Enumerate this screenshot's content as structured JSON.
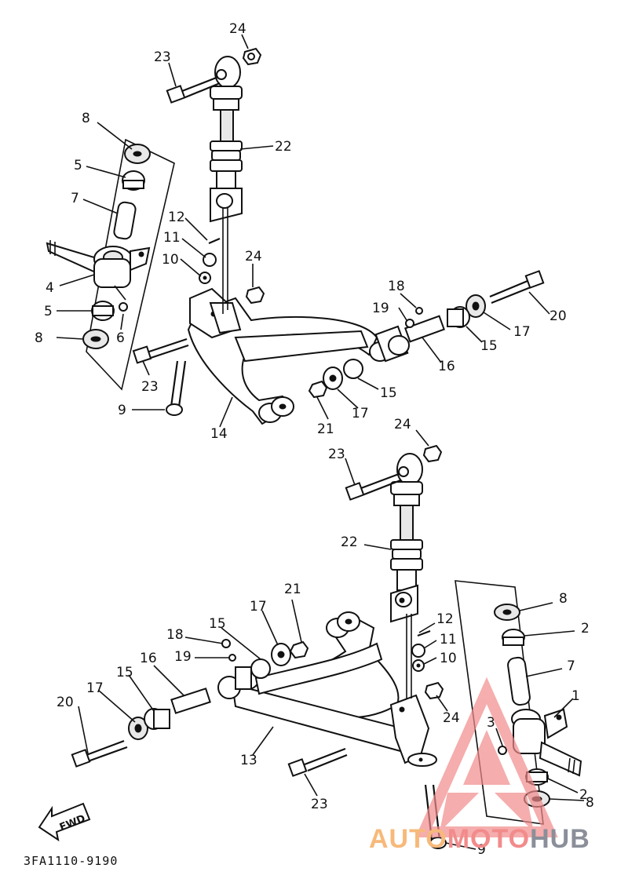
{
  "catalog_code": "3FA1110-9190",
  "fwd_label": "FWD",
  "watermark": {
    "part1": "AUTO",
    "part2": "MOTO",
    "part3": "HUB"
  },
  "callouts_upper": [
    "24",
    "23",
    "22",
    "8",
    "5",
    "7",
    "12",
    "11",
    "10",
    "24",
    "4",
    "5",
    "6",
    "8",
    "23",
    "9",
    "14",
    "21",
    "17",
    "15",
    "16",
    "18",
    "19",
    "15",
    "17",
    "20"
  ],
  "callouts_lower": [
    "24",
    "23",
    "22",
    "8",
    "2",
    "7",
    "1",
    "21",
    "17",
    "15",
    "18",
    "19",
    "16",
    "15",
    "17",
    "20",
    "12",
    "11",
    "10",
    "24",
    "3",
    "13",
    "23",
    "2",
    "8",
    "9"
  ],
  "colors": {
    "line": "#111111",
    "watermark_triangle": "#f28b8b",
    "watermark_orange": "#f7b97a",
    "watermark_grey": "#8a8f99"
  }
}
